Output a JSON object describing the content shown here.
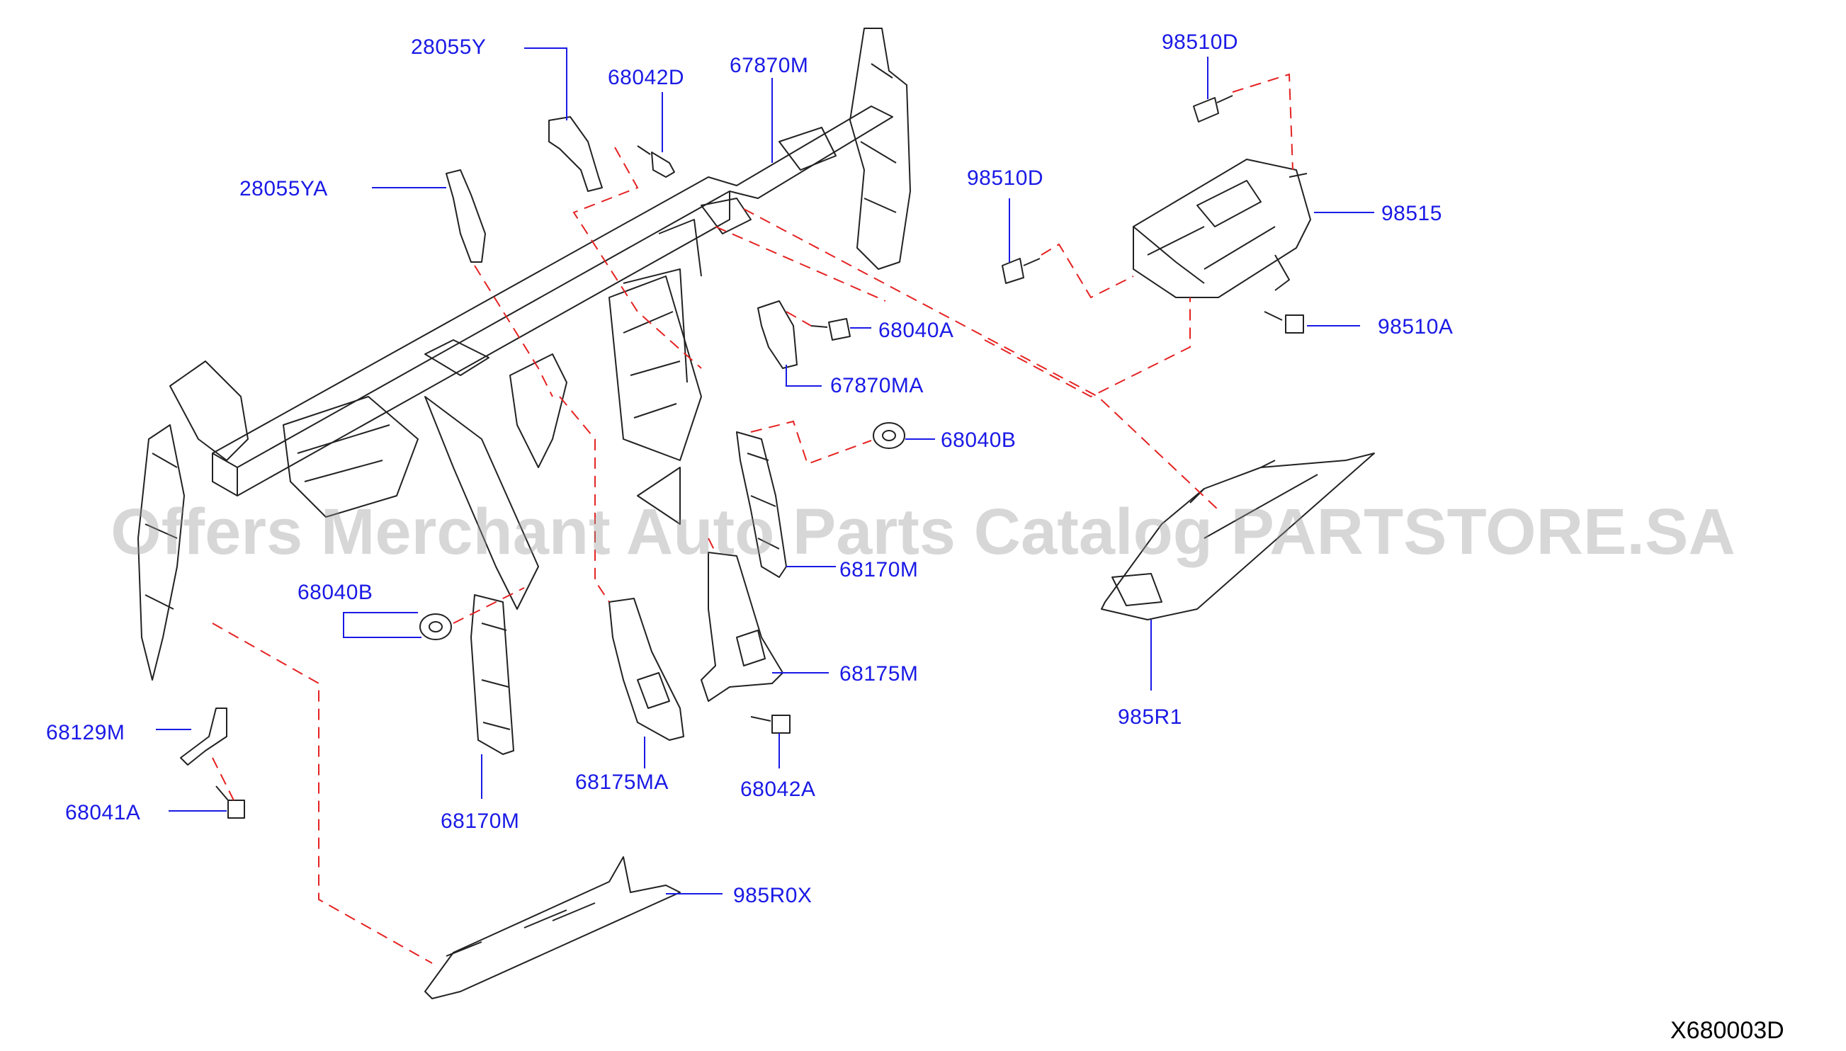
{
  "diagram": {
    "reference_code": "X680003D",
    "watermark": "Offers Merchant Auto Parts Catalog PARTSTORE.SA",
    "labels": {
      "l_28055Y": "28055Y",
      "l_28055YA": "28055YA",
      "l_68042D": "68042D",
      "l_67870M": "67870M",
      "l_98510D_top": "98510D",
      "l_98510D_mid": "98510D",
      "l_98515": "98515",
      "l_98510A": "98510A",
      "l_68040A": "68040A",
      "l_67870MA": "67870MA",
      "l_68040B_right": "68040B",
      "l_68170M_right": "68170M",
      "l_68040B_left": "68040B",
      "l_68175M": "68175M",
      "l_68175MA": "68175MA",
      "l_68042A": "68042A",
      "l_68170M_left": "68170M",
      "l_68129M": "68129M",
      "l_68041A": "68041A",
      "l_985R0X": "985R0X",
      "l_985R1": "985R1"
    }
  },
  "colors": {
    "label": "#1a1ae6",
    "leader_line": "#1a1ae6",
    "assembly_dash": "#e52222",
    "part_outline": "#222222",
    "watermark": "#969696"
  }
}
